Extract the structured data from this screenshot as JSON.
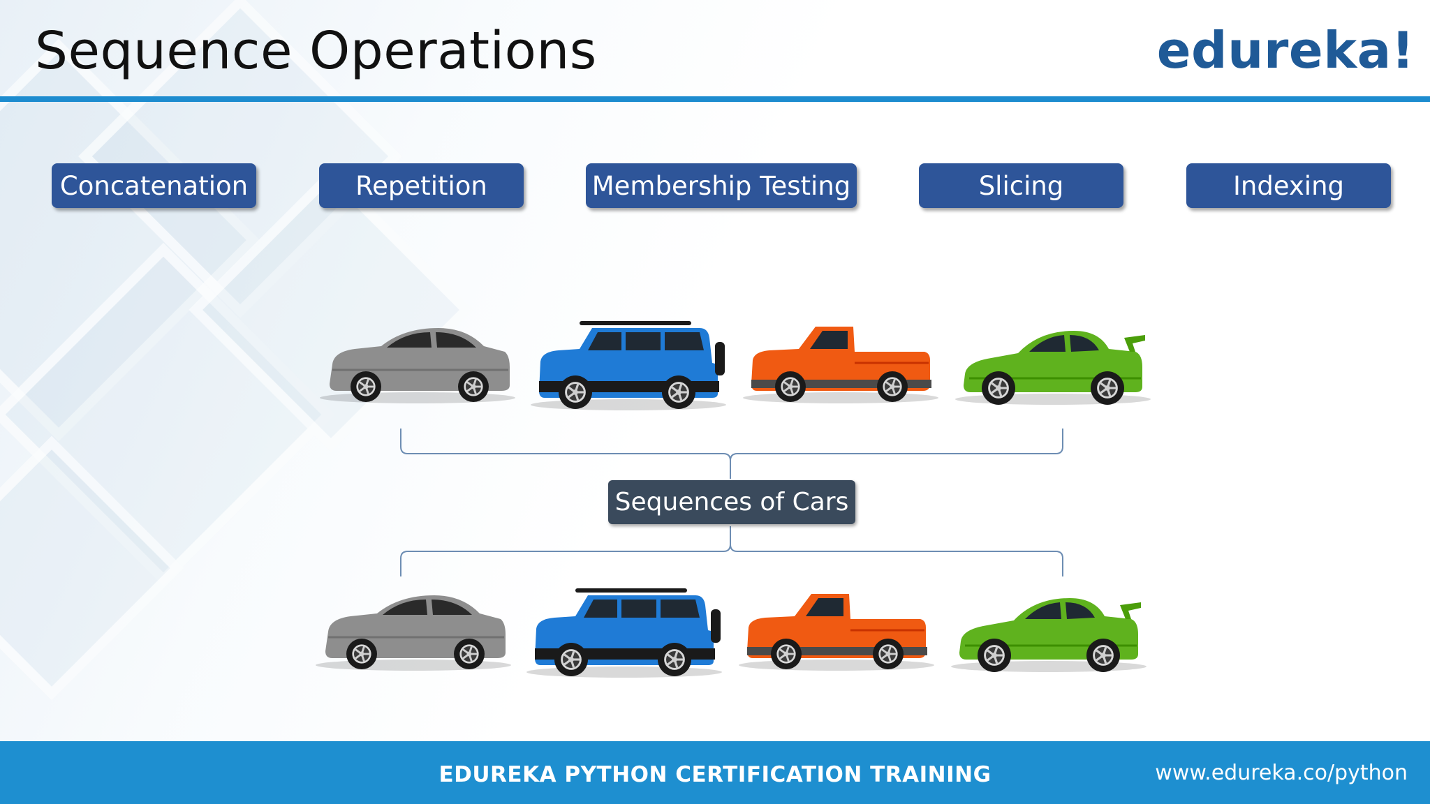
{
  "slide": {
    "title": "Sequence Operations",
    "logo": "edureka!"
  },
  "operations": [
    {
      "label": "Concatenation"
    },
    {
      "label": "Repetition"
    },
    {
      "label": "Membership Testing"
    },
    {
      "label": "Slicing"
    },
    {
      "label": "Indexing"
    }
  ],
  "diagram": {
    "center_label": "Sequences of Cars",
    "car_rows": [
      {
        "cars": [
          {
            "kind": "sedan",
            "color": "#8e8e8e"
          },
          {
            "kind": "suv",
            "color": "#1f7bd6"
          },
          {
            "kind": "pickup",
            "color": "#f05a12"
          },
          {
            "kind": "sports",
            "color": "#5fb21e"
          }
        ]
      },
      {
        "cars": [
          {
            "kind": "sedan",
            "color": "#8e8e8e"
          },
          {
            "kind": "suv",
            "color": "#1f7bd6"
          },
          {
            "kind": "pickup",
            "color": "#f05a12"
          },
          {
            "kind": "sports",
            "color": "#5fb21e"
          }
        ]
      }
    ]
  },
  "footer": {
    "title": "EDUREKA PYTHON CERTIFICATION TRAINING",
    "url": "www.edureka.co/python"
  },
  "colors": {
    "button_bg": "#2e5599",
    "accent_blue": "#1d8ccf",
    "footer_bg": "#1e8fd0",
    "logo": "#1f5a97",
    "label_bg": "#3a4a5c"
  }
}
